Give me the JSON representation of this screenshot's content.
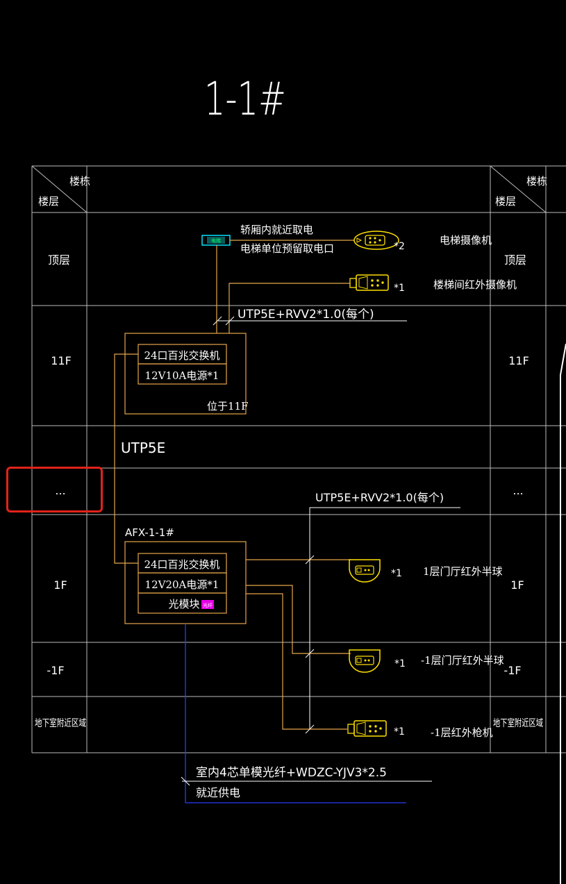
{
  "title": "1-1#",
  "table": {
    "header_corner_top": "楼栋",
    "header_corner_bottom": "楼层",
    "floors": [
      "顶层",
      "11F",
      "...",
      "1F",
      "-1F",
      "地下室附近区域"
    ]
  },
  "top_power": {
    "box_label": "电梯",
    "label_line1": "轿厢内就近取电",
    "label_line2": "电梯单位预留取电口"
  },
  "devices": [
    {
      "name": "电梯摄像机",
      "count": "*2"
    },
    {
      "name": "楼梯间红外摄像机",
      "count": "*1"
    },
    {
      "name": "1层门厅红外半球",
      "count": "*1"
    },
    {
      "name": "-1层门厅红外半球",
      "count": "*1"
    },
    {
      "name": "-1层红外枪机",
      "count": "*1"
    }
  ],
  "cables": {
    "upper": "UTP5E+RVV2*1.0(每个)",
    "riser": "UTP5E",
    "lower": "UTP5E+RVV2*1.0(每个)",
    "feed_line1": "室内4芯单模光纤+WDZC-YJV3*2.5",
    "feed_line2": "就近供电"
  },
  "cabinet_11f": {
    "switch": "24口百兆交换机",
    "psu": "12V10A电源*1",
    "location": "位于11F"
  },
  "cabinet_1f": {
    "name": "AFX-1-1#",
    "switch": "24口百兆交换机",
    "psu": "12V20A电源*1",
    "fiber": "光模块",
    "fiber_tag": "光纤"
  },
  "colors": {
    "background": "#000000",
    "grid": "#bdbdbd",
    "text": "#ffffff",
    "cabinet": "#e6a64a",
    "device": "#ffe100",
    "wire": "#e6a64a",
    "feed": "#2a3df5",
    "highlight": "#e2231a",
    "tag_magenta": "#e600e6",
    "tag_cyan": "#00e6ff"
  }
}
